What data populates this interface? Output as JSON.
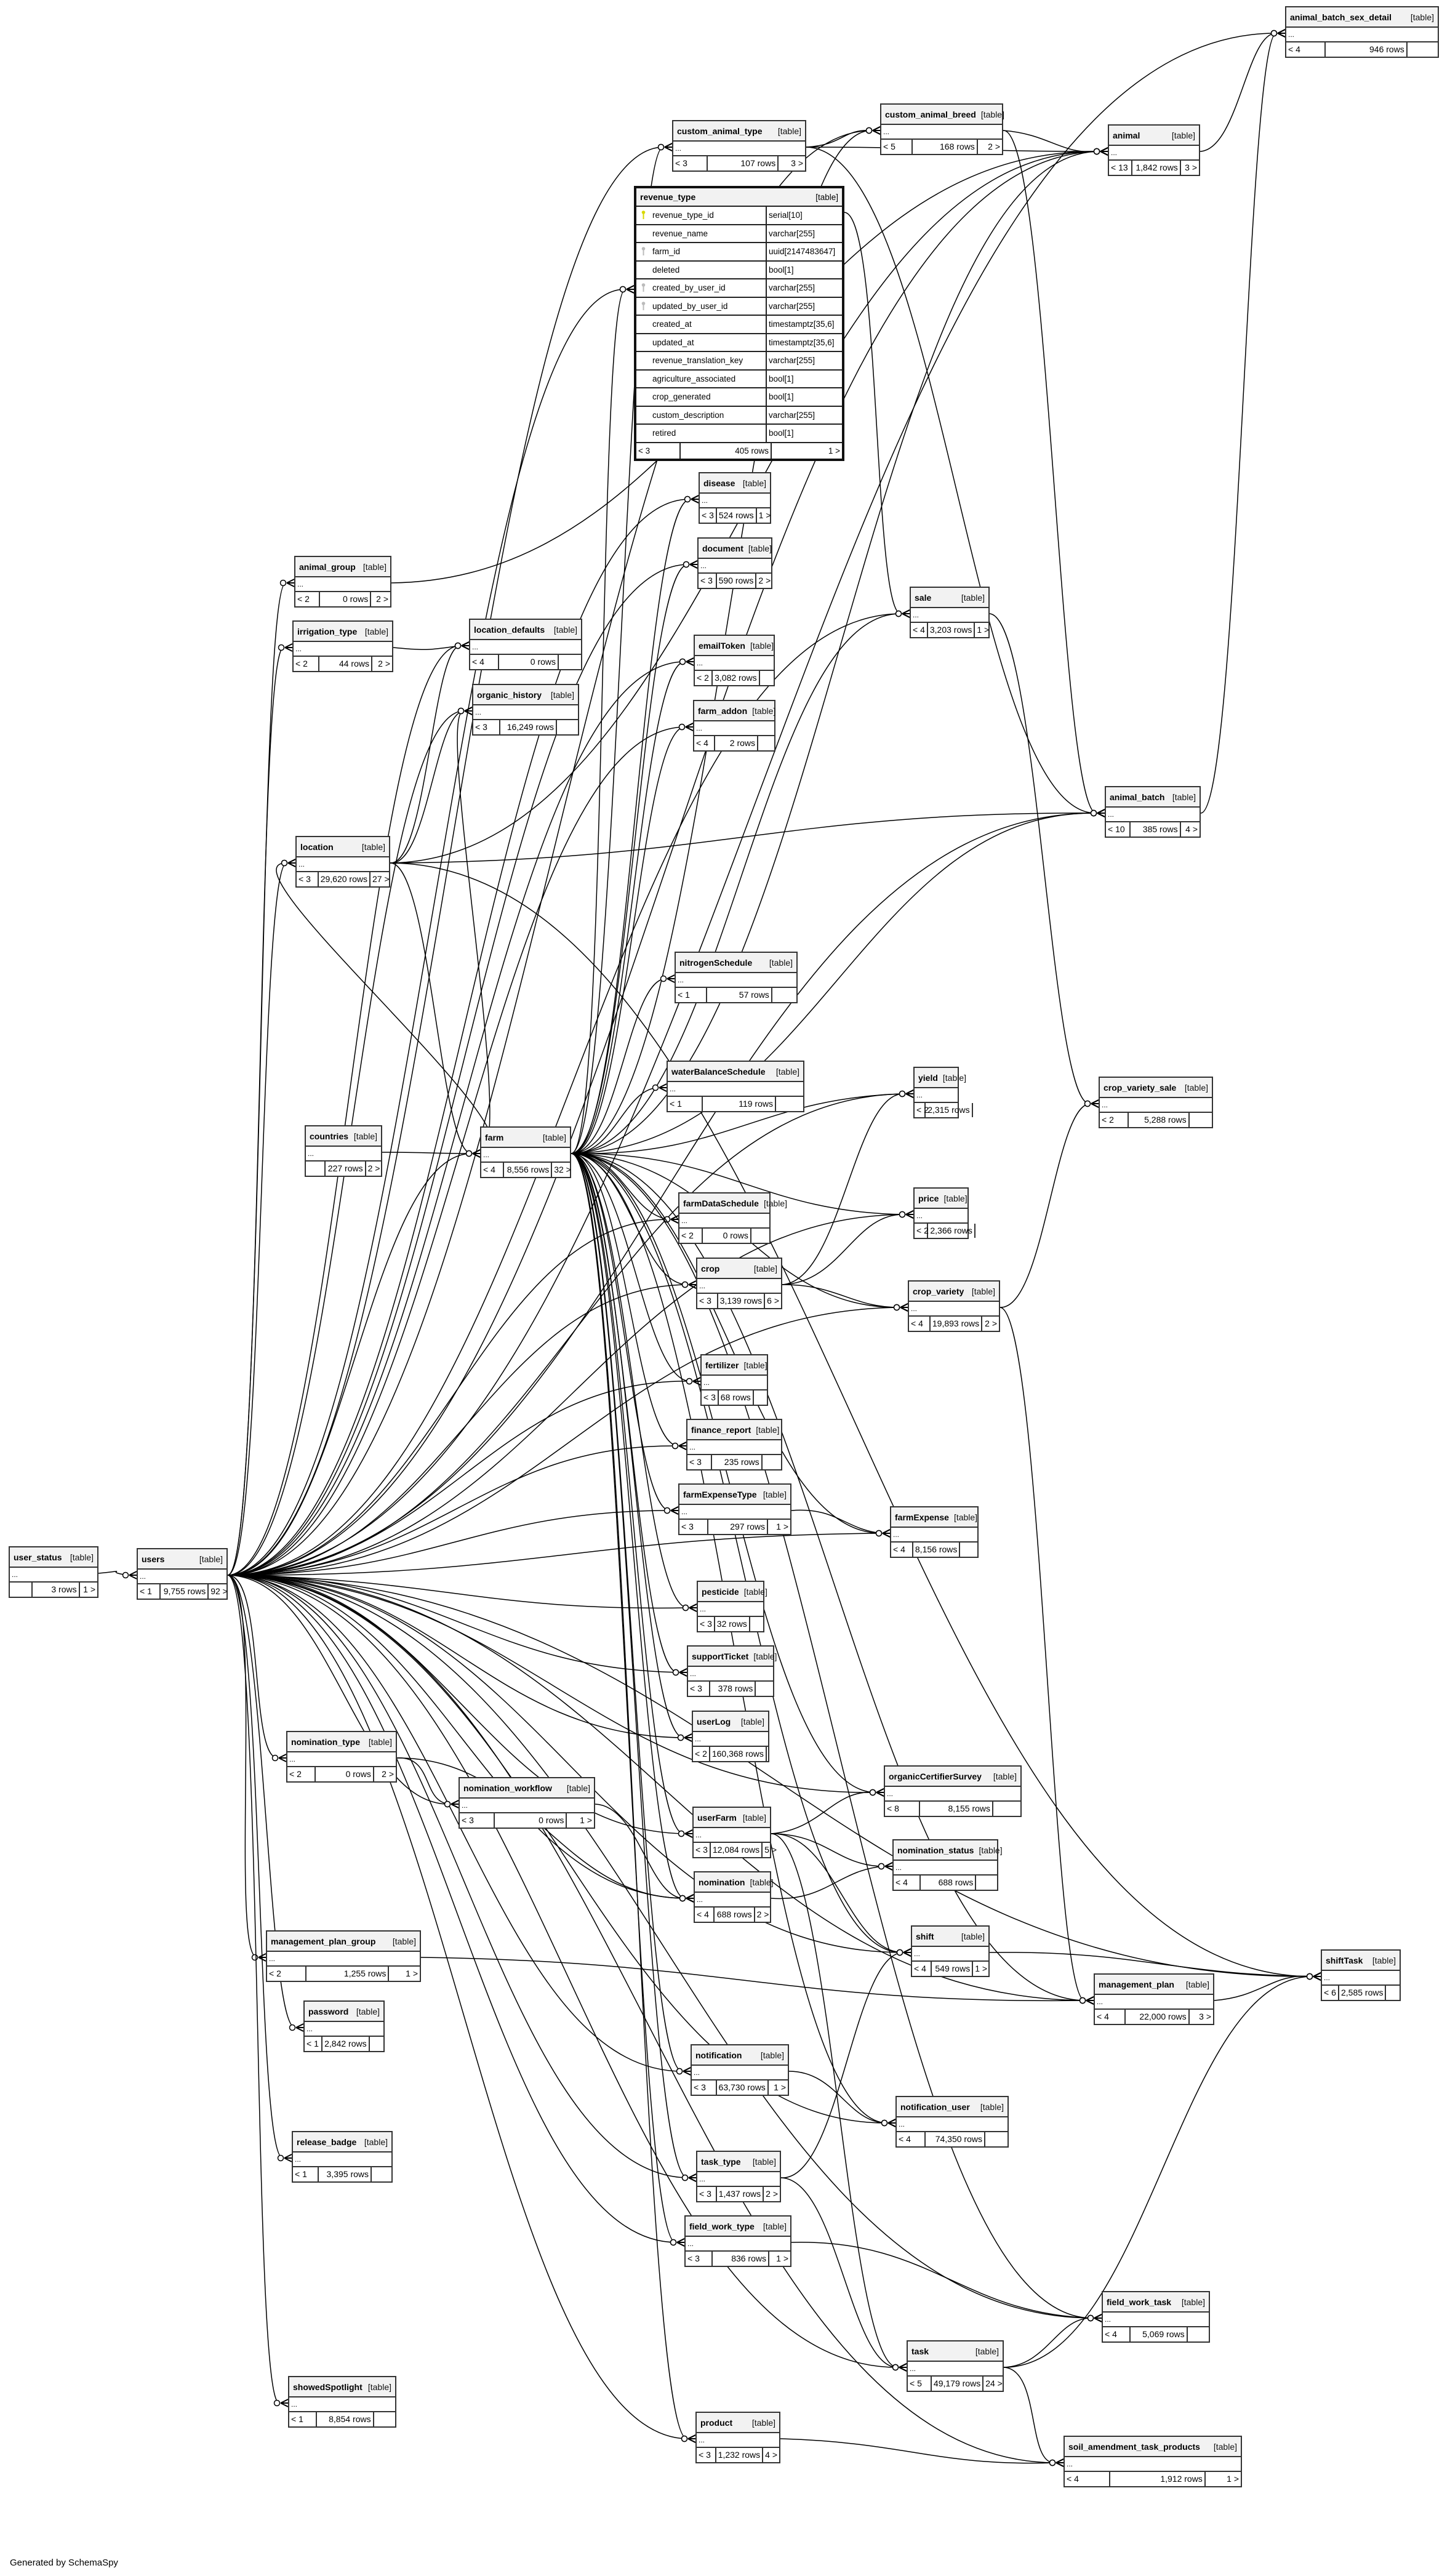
{
  "diagram_type": "Entity-Relationship diagram",
  "footer": "Generated by SchemaSpy",
  "type_label": "[table]",
  "ellipsis": "...",
  "detailed_table": {
    "name": "revenue_type",
    "type": "[table]",
    "columns": [
      {
        "name": "revenue_type_id",
        "type": "serial[10]",
        "key": "primary"
      },
      {
        "name": "revenue_name",
        "type": "varchar[255]",
        "key": ""
      },
      {
        "name": "farm_id",
        "type": "uuid[2147483647]",
        "key": "foreign"
      },
      {
        "name": "deleted",
        "type": "bool[1]",
        "key": ""
      },
      {
        "name": "created_by_user_id",
        "type": "varchar[255]",
        "key": "foreign"
      },
      {
        "name": "updated_by_user_id",
        "type": "varchar[255]",
        "key": "foreign"
      },
      {
        "name": "created_at",
        "type": "timestamptz[35,6]",
        "key": ""
      },
      {
        "name": "updated_at",
        "type": "timestamptz[35,6]",
        "key": ""
      },
      {
        "name": "revenue_translation_key",
        "type": "varchar[255]",
        "key": ""
      },
      {
        "name": "agriculture_associated",
        "type": "bool[1]",
        "key": ""
      },
      {
        "name": "crop_generated",
        "type": "bool[1]",
        "key": ""
      },
      {
        "name": "custom_description",
        "type": "varchar[255]",
        "key": ""
      },
      {
        "name": "retired",
        "type": "bool[1]",
        "key": ""
      }
    ],
    "parents": "< 3",
    "rows": "405 rows",
    "children": "1 >"
  },
  "tables": [
    {
      "name": "animal_batch_sex_detail",
      "parents": "< 4",
      "rows": "946 rows",
      "children": ""
    },
    {
      "name": "custom_animal_type",
      "parents": "< 3",
      "rows": "107 rows",
      "children": "3 >"
    },
    {
      "name": "custom_animal_breed",
      "parents": "< 5",
      "rows": "168 rows",
      "children": "2 >"
    },
    {
      "name": "animal",
      "parents": "< 13",
      "rows": "1,842 rows",
      "children": "3 >"
    },
    {
      "name": "disease",
      "parents": "< 3",
      "rows": "524 rows",
      "children": "1 >"
    },
    {
      "name": "document",
      "parents": "< 3",
      "rows": "590 rows",
      "children": "2 >"
    },
    {
      "name": "sale",
      "parents": "< 4",
      "rows": "3,203 rows",
      "children": "1 >"
    },
    {
      "name": "animal_group",
      "parents": "< 2",
      "rows": "0 rows",
      "children": "2 >"
    },
    {
      "name": "irrigation_type",
      "parents": "< 2",
      "rows": "44 rows",
      "children": "2 >"
    },
    {
      "name": "location_defaults",
      "parents": "< 4",
      "rows": "0 rows",
      "children": ""
    },
    {
      "name": "emailToken",
      "parents": "< 2",
      "rows": "3,082 rows",
      "children": ""
    },
    {
      "name": "organic_history",
      "parents": "< 3",
      "rows": "16,249 rows",
      "children": ""
    },
    {
      "name": "farm_addon",
      "parents": "< 4",
      "rows": "2 rows",
      "children": ""
    },
    {
      "name": "animal_batch",
      "parents": "< 10",
      "rows": "385 rows",
      "children": "4 >"
    },
    {
      "name": "location",
      "parents": "< 3",
      "rows": "29,620 rows",
      "children": "27 >"
    },
    {
      "name": "nitrogenSchedule",
      "parents": "< 1",
      "rows": "57 rows",
      "children": ""
    },
    {
      "name": "waterBalanceSchedule",
      "parents": "< 1",
      "rows": "119 rows",
      "children": ""
    },
    {
      "name": "yield",
      "parents": "< 2",
      "rows": "2,315 rows",
      "children": ""
    },
    {
      "name": "crop_variety_sale",
      "parents": "< 2",
      "rows": "5,288 rows",
      "children": ""
    },
    {
      "name": "countries",
      "parents": "",
      "rows": "227 rows",
      "children": "2 >"
    },
    {
      "name": "farm",
      "parents": "< 4",
      "rows": "8,556 rows",
      "children": "32 >"
    },
    {
      "name": "farmDataSchedule",
      "parents": "< 2",
      "rows": "0 rows",
      "children": ""
    },
    {
      "name": "price",
      "parents": "< 2",
      "rows": "2,366 rows",
      "children": ""
    },
    {
      "name": "crop",
      "parents": "< 3",
      "rows": "3,139 rows",
      "children": "6 >"
    },
    {
      "name": "crop_variety",
      "parents": "< 4",
      "rows": "19,893 rows",
      "children": "2 >"
    },
    {
      "name": "fertilizer",
      "parents": "< 3",
      "rows": "68 rows",
      "children": ""
    },
    {
      "name": "finance_report",
      "parents": "< 3",
      "rows": "235 rows",
      "children": ""
    },
    {
      "name": "farmExpenseType",
      "parents": "< 3",
      "rows": "297 rows",
      "children": "1 >"
    },
    {
      "name": "farmExpense",
      "parents": "< 4",
      "rows": "8,156 rows",
      "children": ""
    },
    {
      "name": "user_status",
      "parents": "",
      "rows": "3 rows",
      "children": "1 >"
    },
    {
      "name": "users",
      "parents": "< 1",
      "rows": "9,755 rows",
      "children": "92 >"
    },
    {
      "name": "pesticide",
      "parents": "< 3",
      "rows": "32 rows",
      "children": ""
    },
    {
      "name": "supportTicket",
      "parents": "< 3",
      "rows": "378 rows",
      "children": ""
    },
    {
      "name": "userLog",
      "parents": "< 2",
      "rows": "160,368 rows",
      "children": ""
    },
    {
      "name": "nomination_type",
      "parents": "< 2",
      "rows": "0 rows",
      "children": "2 >"
    },
    {
      "name": "nomination_workflow",
      "parents": "< 3",
      "rows": "0 rows",
      "children": "1 >"
    },
    {
      "name": "organicCertifierSurvey",
      "parents": "< 8",
      "rows": "8,155 rows",
      "children": ""
    },
    {
      "name": "userFarm",
      "parents": "< 3",
      "rows": "12,084 rows",
      "children": "5 >"
    },
    {
      "name": "nomination_status",
      "parents": "< 4",
      "rows": "688 rows",
      "children": ""
    },
    {
      "name": "nomination",
      "parents": "< 4",
      "rows": "688 rows",
      "children": "2 >"
    },
    {
      "name": "shift",
      "parents": "< 4",
      "rows": "549 rows",
      "children": "1 >"
    },
    {
      "name": "management_plan_group",
      "parents": "< 2",
      "rows": "1,255 rows",
      "children": "1 >"
    },
    {
      "name": "shiftTask",
      "parents": "< 6",
      "rows": "2,585 rows",
      "children": ""
    },
    {
      "name": "management_plan",
      "parents": "< 4",
      "rows": "22,000 rows",
      "children": "3 >"
    },
    {
      "name": "password",
      "parents": "< 1",
      "rows": "2,842 rows",
      "children": ""
    },
    {
      "name": "notification",
      "parents": "< 3",
      "rows": "63,730 rows",
      "children": "1 >"
    },
    {
      "name": "notification_user",
      "parents": "< 4",
      "rows": "74,350 rows",
      "children": ""
    },
    {
      "name": "release_badge",
      "parents": "< 1",
      "rows": "3,395 rows",
      "children": ""
    },
    {
      "name": "task_type",
      "parents": "< 3",
      "rows": "1,437 rows",
      "children": "2 >"
    },
    {
      "name": "field_work_type",
      "parents": "< 3",
      "rows": "836 rows",
      "children": "1 >"
    },
    {
      "name": "field_work_task",
      "parents": "< 4",
      "rows": "5,069 rows",
      "children": ""
    },
    {
      "name": "task",
      "parents": "< 5",
      "rows": "49,179 rows",
      "children": "24 >"
    },
    {
      "name": "showedSpotlight",
      "parents": "< 1",
      "rows": "8,854 rows",
      "children": ""
    },
    {
      "name": "product",
      "parents": "< 3",
      "rows": "1,232 rows",
      "children": "4 >"
    },
    {
      "name": "soil_amendment_task_products",
      "parents": "< 4",
      "rows": "1,912 rows",
      "children": "1 >"
    }
  ],
  "relationships": [
    [
      "user_status",
      "users"
    ],
    [
      "users",
      "animal_batch_sex_detail"
    ],
    [
      "users",
      "custom_animal_type"
    ],
    [
      "users",
      "custom_animal_breed"
    ],
    [
      "users",
      "animal"
    ],
    [
      "users",
      "revenue_type"
    ],
    [
      "users",
      "disease"
    ],
    [
      "users",
      "document"
    ],
    [
      "users",
      "sale"
    ],
    [
      "users",
      "animal_group"
    ],
    [
      "users",
      "irrigation_type"
    ],
    [
      "users",
      "location_defaults"
    ],
    [
      "users",
      "emailToken"
    ],
    [
      "users",
      "organic_history"
    ],
    [
      "users",
      "farm_addon"
    ],
    [
      "users",
      "animal_batch"
    ],
    [
      "users",
      "location"
    ],
    [
      "users",
      "farm"
    ],
    [
      "users",
      "crop"
    ],
    [
      "users",
      "crop_variety"
    ],
    [
      "users",
      "fertilizer"
    ],
    [
      "users",
      "finance_report"
    ],
    [
      "users",
      "farmExpenseType"
    ],
    [
      "users",
      "farmExpense"
    ],
    [
      "users",
      "pesticide"
    ],
    [
      "users",
      "supportTicket"
    ],
    [
      "users",
      "userLog"
    ],
    [
      "users",
      "nomination_type"
    ],
    [
      "users",
      "nomination_workflow"
    ],
    [
      "users",
      "organicCertifierSurvey"
    ],
    [
      "users",
      "userFarm"
    ],
    [
      "users",
      "nomination"
    ],
    [
      "users",
      "shift"
    ],
    [
      "users",
      "management_plan_group"
    ],
    [
      "users",
      "shiftTask"
    ],
    [
      "users",
      "management_plan"
    ],
    [
      "users",
      "password"
    ],
    [
      "users",
      "notification"
    ],
    [
      "users",
      "notification_user"
    ],
    [
      "users",
      "release_badge"
    ],
    [
      "users",
      "task_type"
    ],
    [
      "users",
      "field_work_type"
    ],
    [
      "users",
      "field_work_task"
    ],
    [
      "users",
      "task"
    ],
    [
      "users",
      "showedSpotlight"
    ],
    [
      "users",
      "product"
    ],
    [
      "users",
      "soil_amendment_task_products"
    ],
    [
      "users",
      "farmDataSchedule"
    ],
    [
      "users",
      "price"
    ],
    [
      "users",
      "yield"
    ],
    [
      "farm",
      "custom_animal_type"
    ],
    [
      "farm",
      "custom_animal_breed"
    ],
    [
      "farm",
      "animal"
    ],
    [
      "farm",
      "revenue_type"
    ],
    [
      "farm",
      "disease"
    ],
    [
      "farm",
      "document"
    ],
    [
      "farm",
      "sale"
    ],
    [
      "farm",
      "emailToken"
    ],
    [
      "farm",
      "organic_history"
    ],
    [
      "farm",
      "farm_addon"
    ],
    [
      "farm",
      "animal_batch"
    ],
    [
      "farm",
      "location"
    ],
    [
      "farm",
      "nitrogenSchedule"
    ],
    [
      "farm",
      "waterBalanceSchedule"
    ],
    [
      "farm",
      "yield"
    ],
    [
      "farm",
      "farmDataSchedule"
    ],
    [
      "farm",
      "price"
    ],
    [
      "farm",
      "crop"
    ],
    [
      "farm",
      "crop_variety"
    ],
    [
      "farm",
      "fertilizer"
    ],
    [
      "farm",
      "finance_report"
    ],
    [
      "farm",
      "farmExpenseType"
    ],
    [
      "farm",
      "farmExpense"
    ],
    [
      "farm",
      "pesticide"
    ],
    [
      "farm",
      "supportTicket"
    ],
    [
      "farm",
      "userLog"
    ],
    [
      "farm",
      "organicCertifierSurvey"
    ],
    [
      "farm",
      "userFarm"
    ],
    [
      "farm",
      "nomination"
    ],
    [
      "farm",
      "shift"
    ],
    [
      "farm",
      "notification"
    ],
    [
      "farm",
      "notification_user"
    ],
    [
      "farm",
      "task_type"
    ],
    [
      "farm",
      "field_work_type"
    ],
    [
      "farm",
      "field_work_task"
    ],
    [
      "farm",
      "product"
    ],
    [
      "farm",
      "management_plan"
    ],
    [
      "countries",
      "farm"
    ],
    [
      "location",
      "location_defaults"
    ],
    [
      "location",
      "organic_history"
    ],
    [
      "location",
      "animal"
    ],
    [
      "location",
      "animal_batch"
    ],
    [
      "location",
      "farm"
    ],
    [
      "location",
      "shiftTask"
    ],
    [
      "irrigation_type",
      "location_defaults"
    ],
    [
      "animal_group",
      "animal"
    ],
    [
      "custom_animal_type",
      "custom_animal_breed"
    ],
    [
      "custom_animal_type",
      "animal"
    ],
    [
      "custom_animal_type",
      "animal_batch"
    ],
    [
      "custom_animal_breed",
      "animal"
    ],
    [
      "custom_animal_breed",
      "animal_batch"
    ],
    [
      "animal",
      "animal_batch_sex_detail"
    ],
    [
      "animal_batch",
      "animal_batch_sex_detail"
    ],
    [
      "revenue_type",
      "sale"
    ],
    [
      "sale",
      "crop_variety_sale"
    ],
    [
      "crop",
      "yield"
    ],
    [
      "crop",
      "price"
    ],
    [
      "crop",
      "crop_variety"
    ],
    [
      "crop_variety",
      "crop_variety_sale"
    ],
    [
      "crop_variety",
      "management_plan"
    ],
    [
      "farmExpenseType",
      "farmExpense"
    ],
    [
      "nomination_type",
      "nomination_workflow"
    ],
    [
      "nomination_type",
      "nomination"
    ],
    [
      "nomination_workflow",
      "nomination"
    ],
    [
      "nomination",
      "nomination_status"
    ],
    [
      "userFarm",
      "organicCertifierSurvey"
    ],
    [
      "userFarm",
      "shift"
    ],
    [
      "userFarm",
      "nomination_status"
    ],
    [
      "userFarm",
      "task"
    ],
    [
      "management_plan_group",
      "management_plan"
    ],
    [
      "management_plan",
      "shiftTask"
    ],
    [
      "shift",
      "shiftTask"
    ],
    [
      "notification",
      "notification_user"
    ],
    [
      "task_type",
      "task"
    ],
    [
      "task_type",
      "shift"
    ],
    [
      "field_work_type",
      "field_work_task"
    ],
    [
      "task",
      "field_work_task"
    ],
    [
      "task",
      "shiftTask"
    ],
    [
      "task",
      "soil_amendment_task_products"
    ],
    [
      "product",
      "soil_amendment_task_products"
    ]
  ]
}
